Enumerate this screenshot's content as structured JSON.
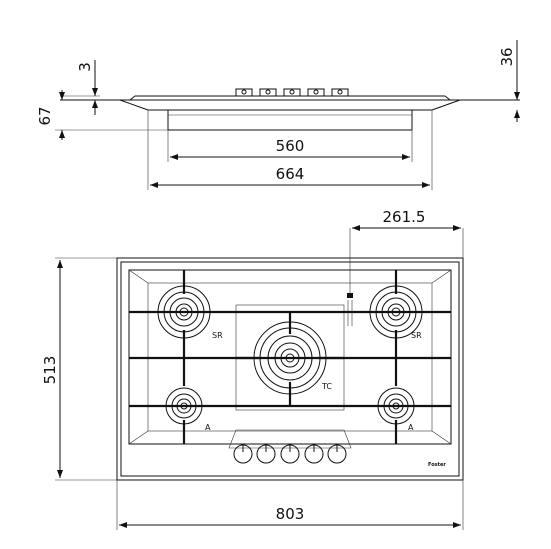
{
  "side_view": {
    "dim_thickness": "3",
    "dim_height_total": "36",
    "dim_left_height": "67",
    "dim_cutout_width": "560",
    "dim_overall_width": "664"
  },
  "top_view": {
    "dim_gas_offset": "261.5",
    "dim_depth": "513",
    "dim_width": "803",
    "burner_labels": {
      "top_left": "SR",
      "top_right": "SR",
      "center": "TC",
      "bottom_left": "A",
      "bottom_right": "A"
    },
    "knob_count": 5,
    "brand": "Foster"
  }
}
